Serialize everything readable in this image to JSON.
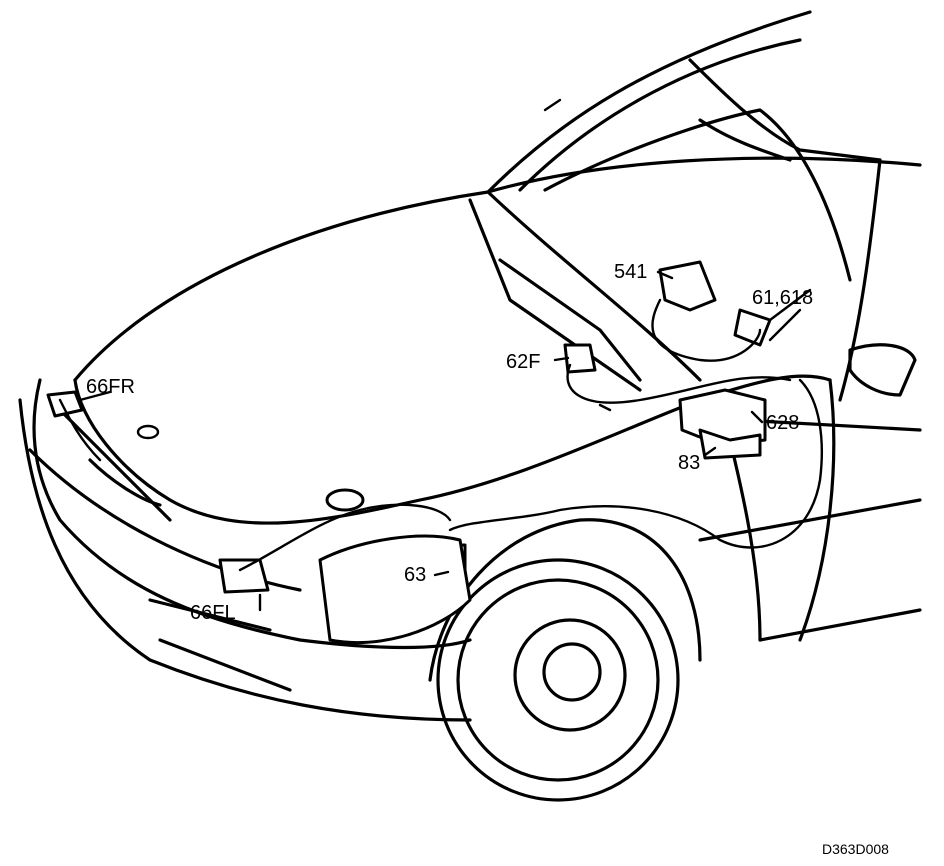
{
  "callouts": {
    "c541": "541",
    "c61618": "61,618",
    "c62F": "62F",
    "c66FR": "66FR",
    "c628": "628",
    "c83": "83",
    "c63": "63",
    "c66FL": "66FL"
  },
  "reference": "D363D008"
}
